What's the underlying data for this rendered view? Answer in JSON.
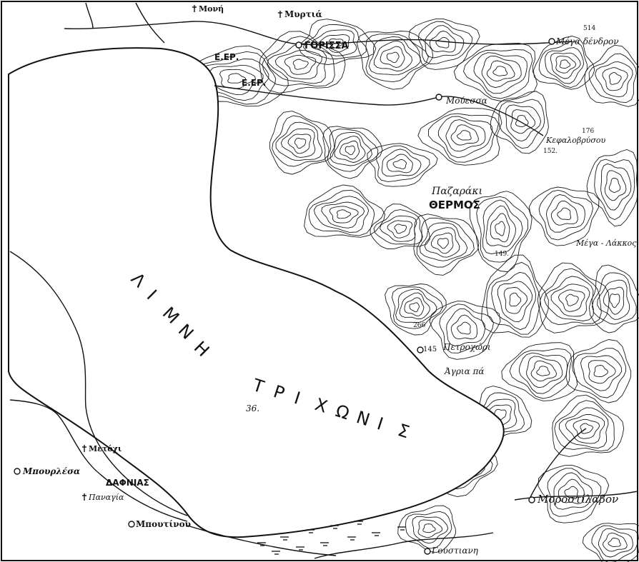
{
  "map": {
    "lake_name": "ΛΙΜΝΗ ΤΡΙΧΩΝΙΣ",
    "lake_word1": [
      "Λ",
      "Ι",
      "Μ",
      "Ν",
      "Η"
    ],
    "lake_word2": [
      "Τ",
      "Ρ",
      "Ι",
      "Χ",
      "Ω",
      "Ν",
      "Ι",
      "Σ"
    ],
    "lake_depth": "36.",
    "colors": {
      "ink": "#111111",
      "paper": "#ffffff"
    }
  },
  "places": [
    {
      "id": "moni",
      "label": "Μονή",
      "marker": "cross-icon"
    },
    {
      "id": "myrtia",
      "label": "Μυρτιά",
      "marker": "cross-icon"
    },
    {
      "id": "gorissa",
      "label": "ΓΟΡΙΣΣΑ",
      "marker": "circle-icon"
    },
    {
      "id": "eer1",
      "label": "Ε.ΕΡ."
    },
    {
      "id": "eer2",
      "label": "Ε.ΕΡ."
    },
    {
      "id": "mega-dendron",
      "label": "Μέγα δένδρον",
      "marker": "circle-icon"
    },
    {
      "id": "h514",
      "label": "514"
    },
    {
      "id": "mouessa",
      "label": "Μούεσσα",
      "marker": "circle-icon"
    },
    {
      "id": "kefalovrysou",
      "label": "Κεφαλοβρύσου"
    },
    {
      "id": "h176",
      "label": "176"
    },
    {
      "id": "h152",
      "label": "152."
    },
    {
      "id": "palaiopazari",
      "label": "Παζαράκι"
    },
    {
      "id": "thermos",
      "label": "ΘΕΡΜΟΣ"
    },
    {
      "id": "mega-lakkos",
      "label": "Μέγα - Λάκκος"
    },
    {
      "id": "h149",
      "label": "149."
    },
    {
      "id": "h266",
      "label": "266"
    },
    {
      "id": "h145",
      "label": "145",
      "marker": "circle-icon"
    },
    {
      "id": "petrochori",
      "label": "Πετροχώρι"
    },
    {
      "id": "agria",
      "label": "Άγρια πά"
    },
    {
      "id": "metochi",
      "label": "Μετόχι",
      "marker": "cross-icon"
    },
    {
      "id": "bourlesa",
      "label": "Μπουρλέσα",
      "marker": "circle-icon"
    },
    {
      "id": "dafnias",
      "label": "ΔΑΦΝΙΑΣ"
    },
    {
      "id": "panagia",
      "label": "Παναγία",
      "marker": "cross-icon"
    },
    {
      "id": "boutinou",
      "label": "Μπουτίνου",
      "marker": "circle-icon"
    },
    {
      "id": "morostilavon",
      "label": "Μοροστίλαβον",
      "marker": "circle-icon"
    },
    {
      "id": "goustiani",
      "label": "Γούστιανη",
      "marker": "circle-icon"
    }
  ]
}
